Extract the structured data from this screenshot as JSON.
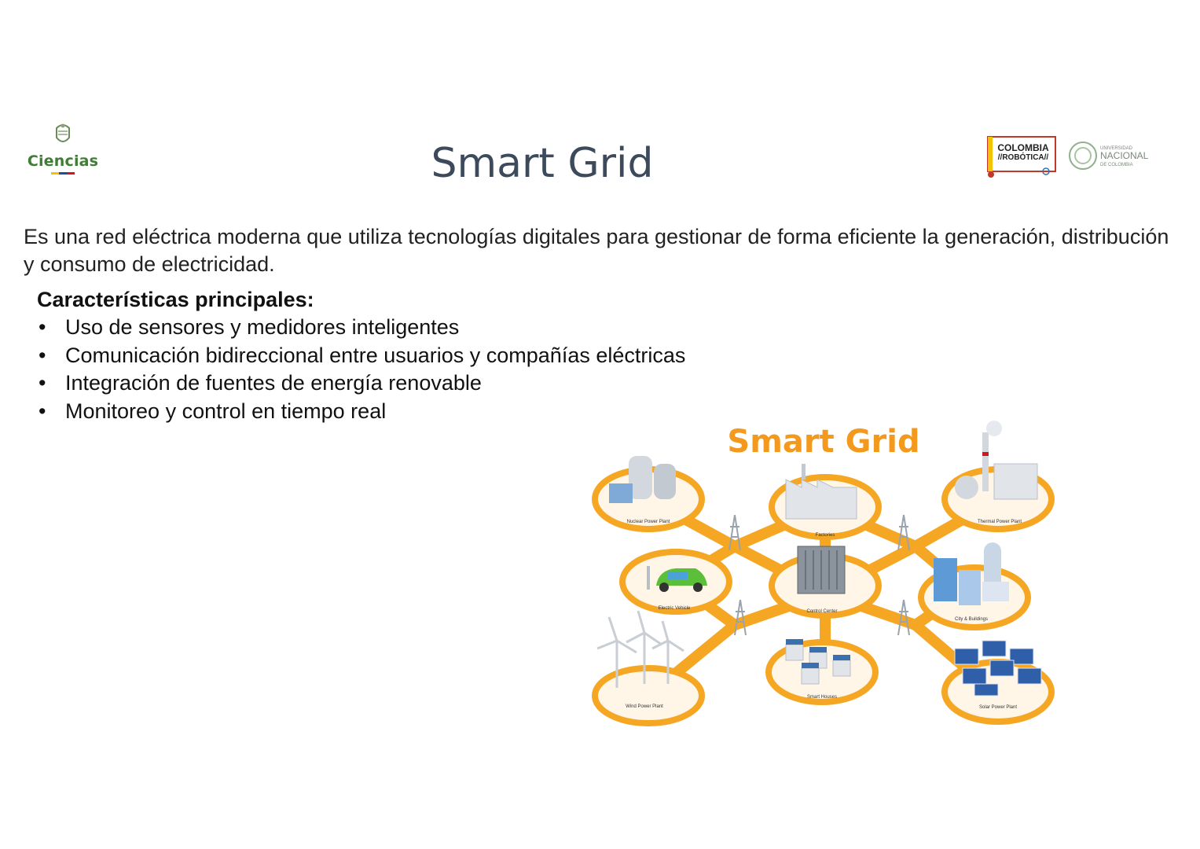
{
  "header": {
    "left_logo_text": "Ciencias",
    "title": "Smart Grid",
    "right_logo_1_text": [
      "COLOMBIA",
      "//ROBÓTICA//"
    ],
    "right_logo_2_text": [
      "UNIVERSIDAD",
      "NACIONAL",
      "DE COLOMBIA"
    ]
  },
  "intro": "Es una red eléctrica moderna que utiliza tecnologías digitales para gestionar de forma eficiente la generación, distribución y consumo de electricidad.",
  "features": {
    "heading": "Características principales:",
    "items": [
      "Uso de sensores y medidores inteligentes",
      "Comunicación bidireccional entre usuarios y compañías eléctricas",
      "Integración de fuentes de energía renovable",
      "Monitoreo y control en tiempo real"
    ]
  },
  "illustration": {
    "title": "Smart Grid",
    "nodes": [
      "Nuclear Power Plant",
      "Factories",
      "Thermal Power Plant",
      "Electric Vehicle",
      "Control Center",
      "City & Buildings",
      "Wind Power Plant",
      "Smart Houses",
      "Solar Power Plant"
    ],
    "colors": {
      "title": "#f39a1e",
      "ring": "#f5a623",
      "ring_fill": "#fff6e8"
    }
  }
}
